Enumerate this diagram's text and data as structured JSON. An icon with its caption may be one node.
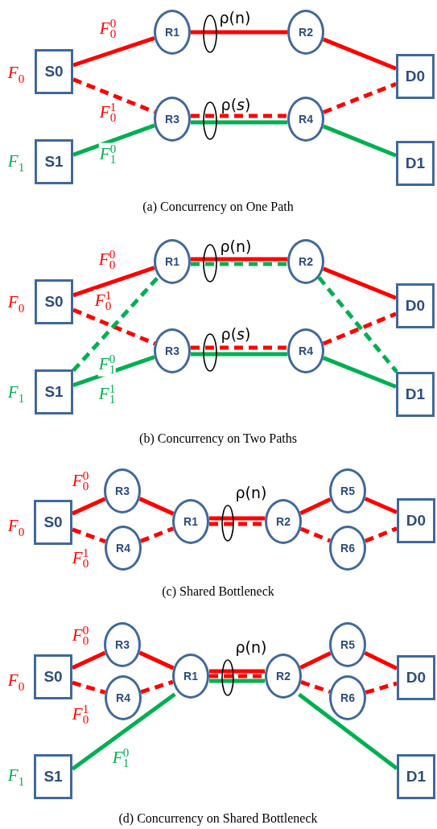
{
  "diagram": {
    "nodes": [
      {
        "text": [
          "S0"
        ],
        "beside": [
          "*F*$_{0}$"
        ]
      },
      {
        "text": [
          "S1"
        ],
        "beside": [
          "*F*$_{1}$"
        ]
      },
      {
        "text": [
          "R1"
        ]
      },
      {
        "text": [
          "R2"
        ]
      },
      {
        "text": [
          "R3"
        ]
      },
      {
        "text": [
          "R4"
        ]
      },
      {
        "text": [
          "D0"
        ]
      },
      {
        "text": [
          "D1"
        ]
      },
      {
        "text": [
          "S0"
        ],
        "beside": [
          "*F*$_{0}$"
        ]
      },
      {
        "text": [
          "S1"
        ],
        "beside": [
          "*F*$_{1}$"
        ]
      },
      {
        "text": [
          "R1"
        ]
      },
      {
        "text": [
          "R2"
        ]
      },
      {
        "text": [
          "R3"
        ]
      },
      {
        "text": [
          "R4"
        ]
      },
      {
        "text": [
          "D0"
        ]
      },
      {
        "text": [
          "D1"
        ]
      },
      {
        "text": [
          "S0"
        ],
        "beside": [
          "*F*$_{0}$"
        ]
      },
      {
        "text": [
          "R3"
        ]
      },
      {
        "text": [
          "R4"
        ]
      },
      {
        "text": [
          "R1"
        ]
      },
      {
        "text": [
          "R2"
        ]
      },
      {
        "text": [
          "R5"
        ]
      },
      {
        "text": [
          "R6"
        ]
      },
      {
        "text": [
          "D0"
        ]
      },
      {
        "text": [
          "S0"
        ],
        "beside": [
          "*F*$_{0}$"
        ]
      },
      {
        "text": [
          "S1"
        ],
        "beside": [
          "*F*$_{1}$"
        ]
      },
      {
        "text": [
          "R3"
        ]
      },
      {
        "text": [
          "R4"
        ]
      },
      {
        "text": [
          "R1"
        ]
      },
      {
        "text": [
          "R2"
        ]
      },
      {
        "text": [
          "R5"
        ]
      },
      {
        "text": [
          "R6"
        ]
      },
      {
        "text": [
          "D0"
        ]
      },
      {
        "text": [
          "D1"
        ]
      }
    ],
    "edges": [
      {
        "from": 0,
        "to": 2,
        "arrow": "none",
        "label": "*F*$_{0}$$^{0}$"
      },
      {
        "from": 2,
        "to": 3,
        "arrow": "none"
      },
      {
        "from": 3,
        "to": 6,
        "arrow": "none"
      },
      {
        "from": 0,
        "to": 4,
        "arrow": "none",
        "style": "dashed",
        "label": "*F*$_{0}$$^{1}$"
      },
      {
        "from": 4,
        "to": 5,
        "arrow": "none",
        "style": "dashed"
      },
      {
        "from": 5,
        "to": 6,
        "arrow": "none",
        "style": "dashed"
      },
      {
        "from": 1,
        "to": 4,
        "arrow": "none",
        "color": "#00b050",
        "label": "*F*$_{1}$$^{0}$"
      },
      {
        "from": 4,
        "to": 5,
        "arrow": "none",
        "color": "#00b050"
      },
      {
        "from": 5,
        "to": 7,
        "arrow": "none",
        "color": "#00b050"
      },
      {
        "from": 8,
        "to": 10,
        "arrow": "none",
        "label": "*F*$_{0}$$^{0}$"
      },
      {
        "from": 10,
        "to": 11,
        "arrow": "none"
      },
      {
        "from": 11,
        "to": 14,
        "arrow": "none"
      },
      {
        "from": 8,
        "to": 12,
        "arrow": "none",
        "style": "dashed",
        "label": "*F*$_{0}$$^{1}$"
      },
      {
        "from": 12,
        "to": 13,
        "arrow": "none",
        "style": "dashed"
      },
      {
        "from": 13,
        "to": 14,
        "arrow": "none",
        "style": "dashed"
      },
      {
        "from": 9,
        "to": 10,
        "arrow": "none",
        "style": "dashed",
        "color": "#00b050",
        "label": "*F*$_{1}$$^{0}$"
      },
      {
        "from": 10,
        "to": 11,
        "arrow": "none",
        "style": "dashed",
        "color": "#00b050"
      },
      {
        "from": 11,
        "to": 15,
        "arrow": "none",
        "style": "dashed",
        "color": "#00b050"
      },
      {
        "from": 9,
        "to": 12,
        "arrow": "none",
        "color": "#00b050",
        "label": "*F*$_{1}$$^{1}$"
      },
      {
        "from": 12,
        "to": 13,
        "arrow": "none",
        "color": "#00b050"
      },
      {
        "from": 13,
        "to": 15,
        "arrow": "none",
        "color": "#00b050"
      },
      {
        "from": 16,
        "to": 17,
        "arrow": "none",
        "label": "*F*$_{0}$$^{0}$"
      },
      {
        "from": 17,
        "to": 19,
        "arrow": "none"
      },
      {
        "from": 16,
        "to": 18,
        "arrow": "none",
        "style": "dashed",
        "label": "*F*$_{0}$$^{1}$"
      },
      {
        "from": 18,
        "to": 19,
        "arrow": "none",
        "style": "dashed"
      },
      {
        "from": 19,
        "to": 20,
        "arrow": "none"
      },
      {
        "from": 19,
        "to": 20,
        "arrow": "none",
        "style": "dashed"
      },
      {
        "from": 20,
        "to": 21,
        "arrow": "none"
      },
      {
        "from": 21,
        "to": 23,
        "arrow": "none"
      },
      {
        "from": 20,
        "to": 22,
        "arrow": "none",
        "style": "dashed"
      },
      {
        "from": 22,
        "to": 23,
        "arrow": "none",
        "style": "dashed"
      },
      {
        "from": 24,
        "to": 26,
        "arrow": "none",
        "label": "*F*$_{0}$$^{0}$"
      },
      {
        "from": 26,
        "to": 28,
        "arrow": "none"
      },
      {
        "from": 24,
        "to": 27,
        "arrow": "none",
        "style": "dashed",
        "label": "*F*$_{0}$$^{1}$"
      },
      {
        "from": 27,
        "to": 28,
        "arrow": "none",
        "style": "dashed"
      },
      {
        "from": 28,
        "to": 29,
        "arrow": "none"
      },
      {
        "from": 28,
        "to": 29,
        "arrow": "none",
        "style": "dashed"
      },
      {
        "from": 29,
        "to": 30,
        "arrow": "none"
      },
      {
        "from": 30,
        "to": 32,
        "arrow": "none"
      },
      {
        "from": 29,
        "to": 31,
        "arrow": "none",
        "style": "dashed"
      },
      {
        "from": 31,
        "to": 32,
        "arrow": "none",
        "style": "dashed"
      },
      {
        "from": 25,
        "to": 28,
        "arrow": "none",
        "color": "#00b050",
        "label": "*F*$_{1}$$^{0}$"
      },
      {
        "from": 28,
        "to": 29,
        "arrow": "none",
        "color": "#00b050"
      },
      {
        "from": 29,
        "to": 33,
        "arrow": "none",
        "color": "#00b050"
      }
    ],
    "labels": [
      "ρ(n)",
      "ρ(*s*)",
      "(a) Concurrency on One Path",
      "ρ(n)",
      "ρ(*s*)",
      "(b) Concurrency on Two Paths",
      "ρ(n)",
      "(c) Shared Bottleneck",
      "ρ(n)",
      "(d) Concurrency on Shared Bottleneck"
    ]
  }
}
